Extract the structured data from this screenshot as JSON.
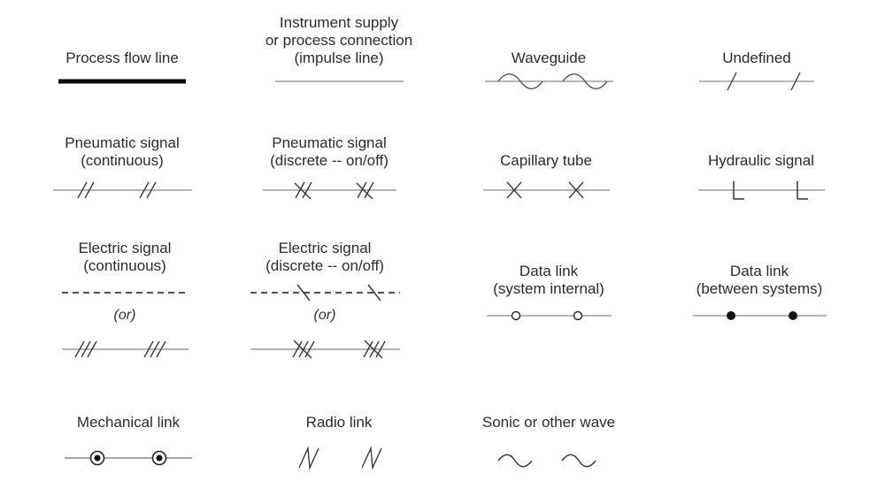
{
  "colors": {
    "background": "#ffffff",
    "text": "#2b2b2b",
    "line_gray": "#8a8a8a",
    "mark_dark": "#3a3a3a",
    "solid_black": "#0a0a0a"
  },
  "symbols": [
    {
      "name": "process-flow-line",
      "label_lines": [
        "Process flow line"
      ]
    },
    {
      "name": "instrument-supply-impulse-line",
      "label_lines": [
        "Instrument supply",
        "or process connection",
        "(impulse line)"
      ]
    },
    {
      "name": "waveguide",
      "label_lines": [
        "Waveguide"
      ]
    },
    {
      "name": "undefined-line",
      "label_lines": [
        "Undefined"
      ]
    },
    {
      "name": "pneumatic-signal-continuous",
      "label_lines": [
        "Pneumatic signal",
        "(continuous)"
      ]
    },
    {
      "name": "pneumatic-signal-discrete",
      "label_lines": [
        "Pneumatic signal",
        "(discrete -- on/off)"
      ]
    },
    {
      "name": "capillary-tube",
      "label_lines": [
        "Capillary tube"
      ]
    },
    {
      "name": "hydraulic-signal",
      "label_lines": [
        "Hydraulic signal"
      ]
    },
    {
      "name": "electric-signal-continuous",
      "label_lines": [
        "Electric signal",
        "(continuous)"
      ],
      "or_label": "(or)"
    },
    {
      "name": "electric-signal-discrete",
      "label_lines": [
        "Electric signal",
        "(discrete -- on/off)"
      ],
      "or_label": "(or)"
    },
    {
      "name": "data-link-system-internal",
      "label_lines": [
        "Data link",
        "(system internal)"
      ]
    },
    {
      "name": "data-link-between-systems",
      "label_lines": [
        "Data link",
        "(between systems)"
      ]
    },
    {
      "name": "mechanical-link",
      "label_lines": [
        "Mechanical link"
      ]
    },
    {
      "name": "radio-link",
      "label_lines": [
        "Radio link"
      ]
    },
    {
      "name": "sonic-or-other-wave",
      "label_lines": [
        "Sonic or other wave"
      ]
    }
  ]
}
